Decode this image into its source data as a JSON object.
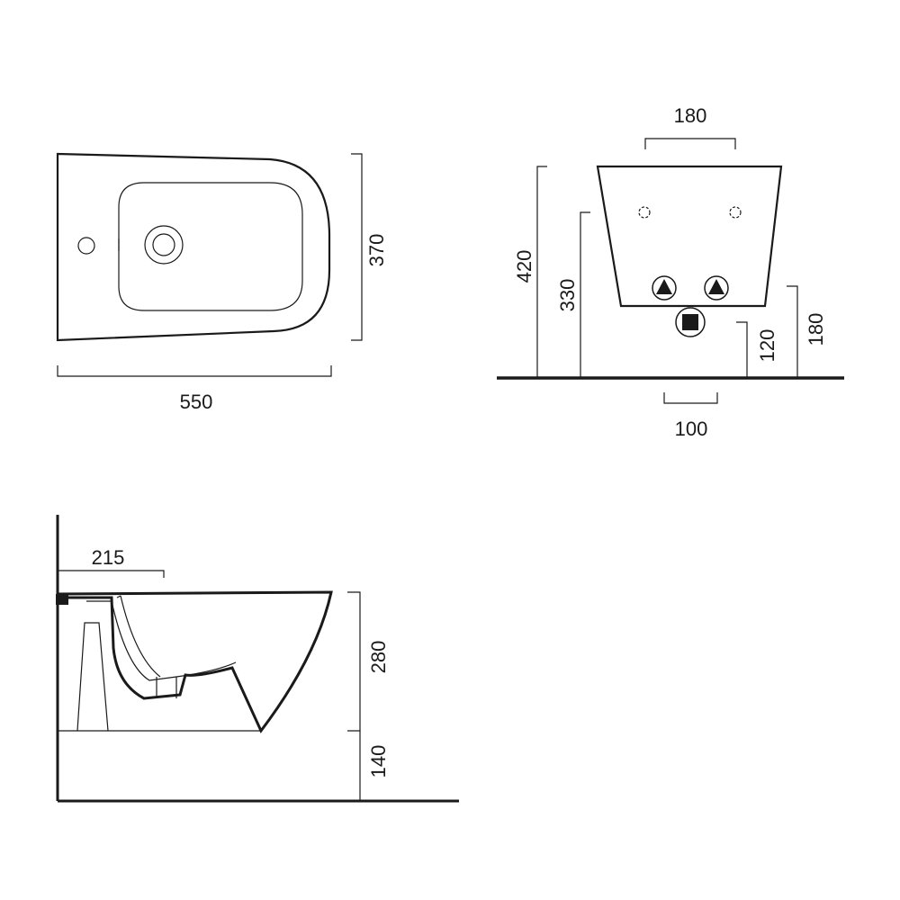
{
  "top_view": {
    "width_label": "550",
    "depth_label": "370"
  },
  "rear_view": {
    "fixing_spacing_label": "180",
    "height_label": "420",
    "supply_height_label": "330",
    "drain_spacing_label": "100",
    "drain_height_label": "120",
    "inlet_height_label": "180"
  },
  "side_view": {
    "offset_label": "215",
    "bowl_height_label": "280",
    "floor_height_label": "140"
  }
}
